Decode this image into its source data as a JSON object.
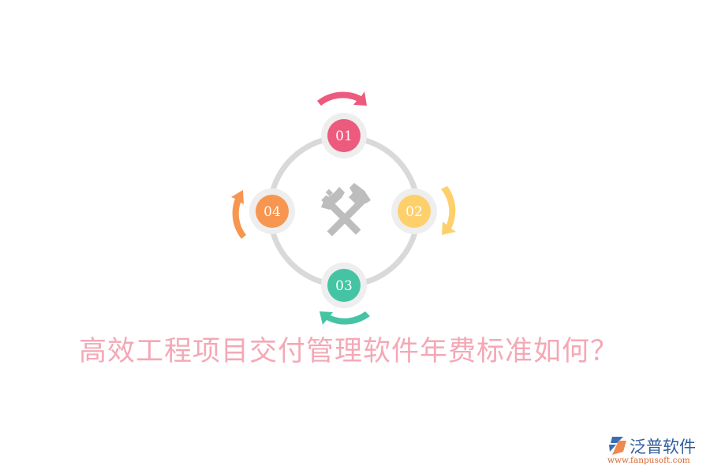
{
  "diagram": {
    "center_icon": "crossed-hammers-icon",
    "ring_color": "#d9d9d9",
    "halo_color": "#eeeeef",
    "icon_color": "#bdbdbd",
    "nodes": [
      {
        "label": "01",
        "color": "#ec5a7d",
        "position": "top"
      },
      {
        "label": "02",
        "color": "#fdd06b",
        "position": "right"
      },
      {
        "label": "03",
        "color": "#45c4a4",
        "position": "bottom"
      },
      {
        "label": "04",
        "color": "#f79650",
        "position": "left"
      }
    ]
  },
  "title": "高效工程项目交付管理软件年费标准如何？",
  "logo": {
    "name": "泛普软件",
    "url": "www.fanpusoft.com"
  }
}
